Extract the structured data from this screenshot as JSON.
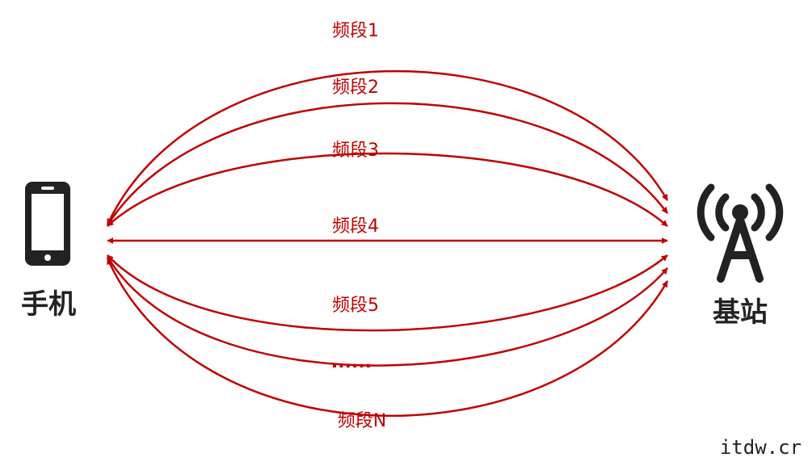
{
  "colors": {
    "link": "#c00000",
    "icon": "#222222",
    "background": "#ffffff"
  },
  "nodes": {
    "phone": {
      "label": "手机",
      "icon": "smartphone-icon"
    },
    "station": {
      "label": "基站",
      "icon": "cell-tower-icon"
    }
  },
  "bands": [
    {
      "label": "频段1"
    },
    {
      "label": "频段2"
    },
    {
      "label": "频段3"
    },
    {
      "label": "频段4"
    },
    {
      "label": "频段5"
    },
    {
      "label": "......"
    },
    {
      "label": "频段N"
    }
  ],
  "watermark": "itdw.cr"
}
